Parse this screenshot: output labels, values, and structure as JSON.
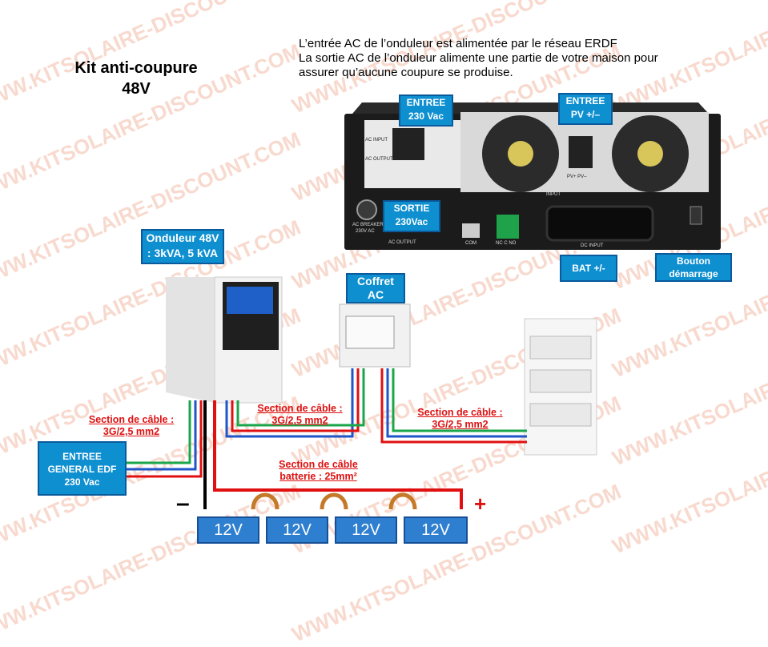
{
  "title": {
    "line1": "Kit anti-coupure",
    "line2": "48V"
  },
  "intro": {
    "line1": "L’entrée AC de l’onduleur est alimentée par le réseau ERDF",
    "line2": "La sortie AC de l’onduleur alimente une partie de votre maison pour",
    "line3": "assurer qu’aucune coupure se produise."
  },
  "watermark": "WWW.KITSOLAIRE-DISCOUNT.COM",
  "labels": {
    "entree_ac": {
      "line1": "ENTREE",
      "line2": "230 Vac"
    },
    "entree_pv": {
      "line1": "ENTREE",
      "line2": "PV +/–"
    },
    "sortie": {
      "line1": "SORTIE",
      "line2": "230Vac"
    },
    "bat": "BAT +/-",
    "bouton": {
      "line1": "Bouton",
      "line2": "démarrage"
    },
    "onduleur": {
      "line1": "Onduleur 48V",
      "line2": ": 3kVA, 5 kVA"
    },
    "coffret": {
      "line1": "Coffret",
      "line2": "AC"
    },
    "entree_edf": {
      "line1": "ENTREE",
      "line2": "GENERAL EDF",
      "line3": "230 Vac"
    }
  },
  "inverter_panel": {
    "ac_input": "AC INPUT",
    "ac_output_small": "AC OUTPUT",
    "ac_breaker": "AC BREAKER",
    "ac_breaker_v": "230V AC",
    "ac_output": "AC OUTPUT",
    "com": "COM",
    "nc_c_no": "NC C NO",
    "input": "INPUT",
    "dc_input": "DC INPUT",
    "pv": "PV+  PV–"
  },
  "cable_labels": {
    "edf": {
      "line1": "Section de câble :",
      "line2": "3G/2,5 mm2"
    },
    "coffret": {
      "line1": "Section de câble :",
      "line2": "3G/2,5 mm2"
    },
    "tableau": {
      "line1": "Section de câble :",
      "line2": "3G/2,5 mm2"
    },
    "batterie": {
      "line1": "Section de câble",
      "line2": "batterie : 25mm²"
    }
  },
  "polarity": {
    "minus": "–",
    "plus": "+"
  },
  "batteries": [
    "12V",
    "12V",
    "12V",
    "12V"
  ],
  "colors": {
    "label_blue": "#0e8fd0",
    "wire_red": "#e01010",
    "wire_green": "#1aa64a",
    "wire_blue": "#1f55c8",
    "battery_blue": "#2f7fd0"
  }
}
